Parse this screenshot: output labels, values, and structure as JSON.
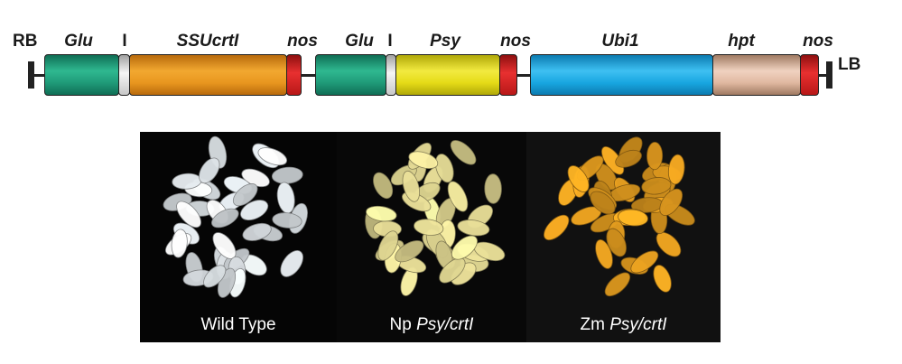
{
  "construct": {
    "border_labels": {
      "left": "RB",
      "right": "LB"
    },
    "elements": [
      {
        "label": "Glu",
        "italic": true,
        "color": "#1f9a78"
      },
      {
        "label": "I",
        "italic": false,
        "color": "#dcdcdc"
      },
      {
        "label": "SSUcrtI",
        "italic": true,
        "color": "#e8961f"
      },
      {
        "label": "nos",
        "italic": true,
        "color": "#d42020"
      },
      {
        "label": "Glu",
        "italic": true,
        "color": "#1f9a78"
      },
      {
        "label": "I",
        "italic": false,
        "color": "#dcdcdc"
      },
      {
        "label": "Psy",
        "italic": true,
        "color": "#e5db17"
      },
      {
        "label": "nos",
        "italic": true,
        "color": "#d42020"
      },
      {
        "label": "Ubi1",
        "italic": true,
        "color": "#18a6e0"
      },
      {
        "label": "hpt",
        "italic": true,
        "color": "#e0b8a0"
      },
      {
        "label": "nos",
        "italic": true,
        "color": "#d42020"
      }
    ]
  },
  "photo": {
    "panels": [
      {
        "caption_plain": "Wild Type",
        "caption_italic": "",
        "grain_color": "#e8eef2"
      },
      {
        "caption_plain": "Np",
        "caption_italic": "Psy/crtI",
        "grain_color": "#ece29a"
      },
      {
        "caption_plain": "Zm",
        "caption_italic": "Psy/crtI",
        "grain_color": "#e8a020"
      }
    ]
  }
}
